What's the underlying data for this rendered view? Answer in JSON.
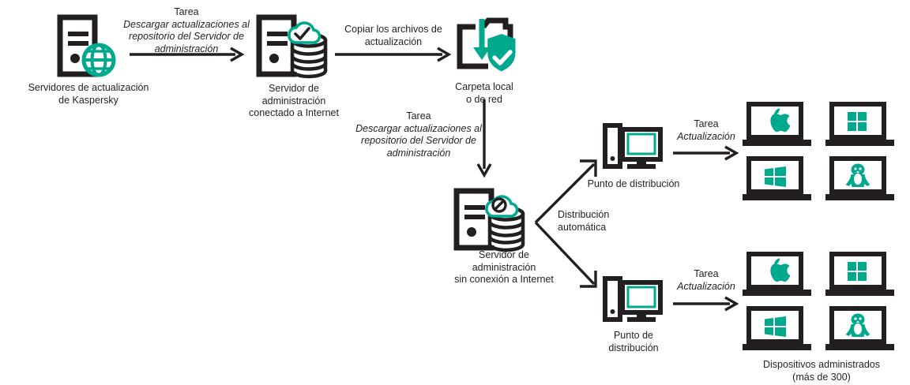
{
  "colors": {
    "accent_teal": "#00a88e",
    "dark": "#231f20",
    "white": "#ffffff"
  },
  "diagram": {
    "type": "flow-diagram",
    "title": "Kaspersky update distribution to an isolated Administration Server",
    "nodes": [
      {
        "id": "kaspersky-update-servers",
        "icon": "server-with-globe-icon",
        "caption": "Servidores de actualización\nde Kaspersky"
      },
      {
        "id": "admin-server-online",
        "icon": "server-database-cloud-check-icon",
        "caption": "Servidor de\nadministración\nconectado a Internet"
      },
      {
        "id": "local-or-network-folder",
        "icon": "folder-download-shield-icon",
        "caption": "Carpeta local\no de red"
      },
      {
        "id": "admin-server-offline",
        "icon": "server-database-cloud-blocked-icon",
        "caption": "Servidor de\nadministración\nsin conexión a Internet"
      },
      {
        "id": "distribution-point-top",
        "icon": "desktop-computer-icon",
        "caption": "Punto de distribución"
      },
      {
        "id": "distribution-point-bottom",
        "icon": "desktop-computer-icon",
        "caption": "Punto de\ndistribución"
      },
      {
        "id": "managed-devices-top",
        "icon": "laptop-grid-icon",
        "caption": ""
      },
      {
        "id": "managed-devices-bottom",
        "icon": "laptop-grid-icon",
        "caption": "Dispositivos administrados\n(más de 300)"
      }
    ],
    "edges": [
      {
        "id": "edge-download-to-online-server",
        "from": "kaspersky-update-servers",
        "to": "admin-server-online",
        "task_word": "Tarea",
        "task_name": "Descargar actualizaciones al repositorio del Servidor de administración",
        "direction": "right"
      },
      {
        "id": "edge-copy-files",
        "from": "admin-server-online",
        "to": "local-or-network-folder",
        "label": "Copiar los archivos de actualización",
        "direction": "right"
      },
      {
        "id": "edge-download-to-offline-server",
        "from": "local-or-network-folder",
        "to": "admin-server-offline",
        "task_word": "Tarea",
        "task_name": "Descargar actualizaciones al repositorio del Servidor de administración",
        "direction": "down"
      },
      {
        "id": "edge-automatic-distribution",
        "from": "admin-server-offline",
        "to": "distribution-points",
        "label": "Distribución\nautomática",
        "direction": "branch"
      },
      {
        "id": "edge-update-task-top",
        "from": "distribution-point-top",
        "to": "managed-devices-top",
        "task_word": "Tarea",
        "task_name": "Actualización",
        "direction": "right"
      },
      {
        "id": "edge-update-task-bottom",
        "from": "distribution-point-bottom",
        "to": "managed-devices-bottom",
        "task_word": "Tarea",
        "task_name": "Actualización",
        "direction": "right"
      }
    ],
    "laptop_groups": [
      {
        "id": "laptops-top",
        "os": [
          "apple-logo-icon",
          "windows-logo-icon",
          "windows8-logo-icon",
          "linux-penguin-icon"
        ]
      },
      {
        "id": "laptops-bottom",
        "os": [
          "apple-logo-icon",
          "windows-logo-icon",
          "windows8-logo-icon",
          "linux-penguin-icon"
        ]
      }
    ]
  }
}
